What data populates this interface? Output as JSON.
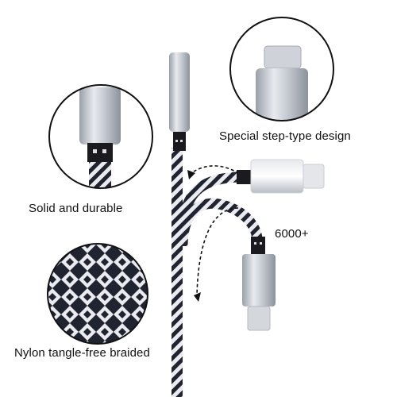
{
  "labels": {
    "step_type": "Special step-type design",
    "solid": "Solid and durable",
    "bend_count": "6000+",
    "nylon": "Nylon tangle-free braided"
  },
  "colors": {
    "background": "#ffffff",
    "text": "#111111",
    "connector_silver": "#c4c8d0",
    "braid_dark": "#1f2430",
    "braid_light": "#e9ebef"
  },
  "icons": {
    "bend_arrows": "dashed-curved-arrow-icon"
  }
}
